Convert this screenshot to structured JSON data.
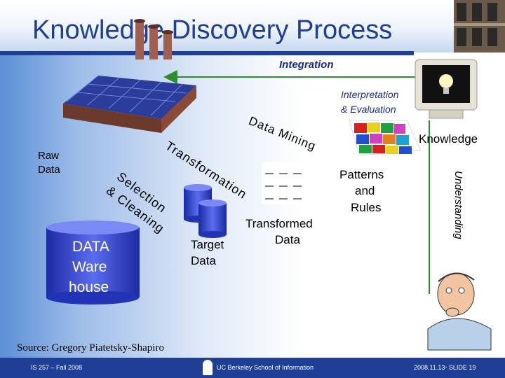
{
  "slide": {
    "title": "Knowledge Discovery Process",
    "source": "Source: Gregory Piatetsky-Shapiro",
    "footer_left": "IS 257 – Fall 2008",
    "footer_center": "UC Berkeley School of Information",
    "footer_right": "2008.11.13- SLIDE 19"
  },
  "diagram": {
    "integration": "Integration",
    "interpretation_line1": "Interpretation",
    "interpretation_line2": "& Evaluation",
    "knowledge": "Knowledge",
    "raw_data_line1": "Raw",
    "raw_data_line2": "Data",
    "data_mining": "Data Mining",
    "transformation": "Transformation",
    "selection_line1": "Selection",
    "selection_line2": "& Cleaning",
    "warehouse_line1": "DATA",
    "warehouse_line2": "Ware",
    "warehouse_line3": "house",
    "target_line1": "Target",
    "target_line2": "Data",
    "transformed_line1": "Transformed",
    "transformed_line2": "Data",
    "patterns_line1": "Patterns",
    "patterns_line2": "and",
    "patterns_line3": "Rules",
    "understanding": "Understanding"
  },
  "colors": {
    "title_blue": "#1f3f96",
    "arrow_green": "#2e8b2e",
    "cylinder_blue": "#3344cc"
  }
}
